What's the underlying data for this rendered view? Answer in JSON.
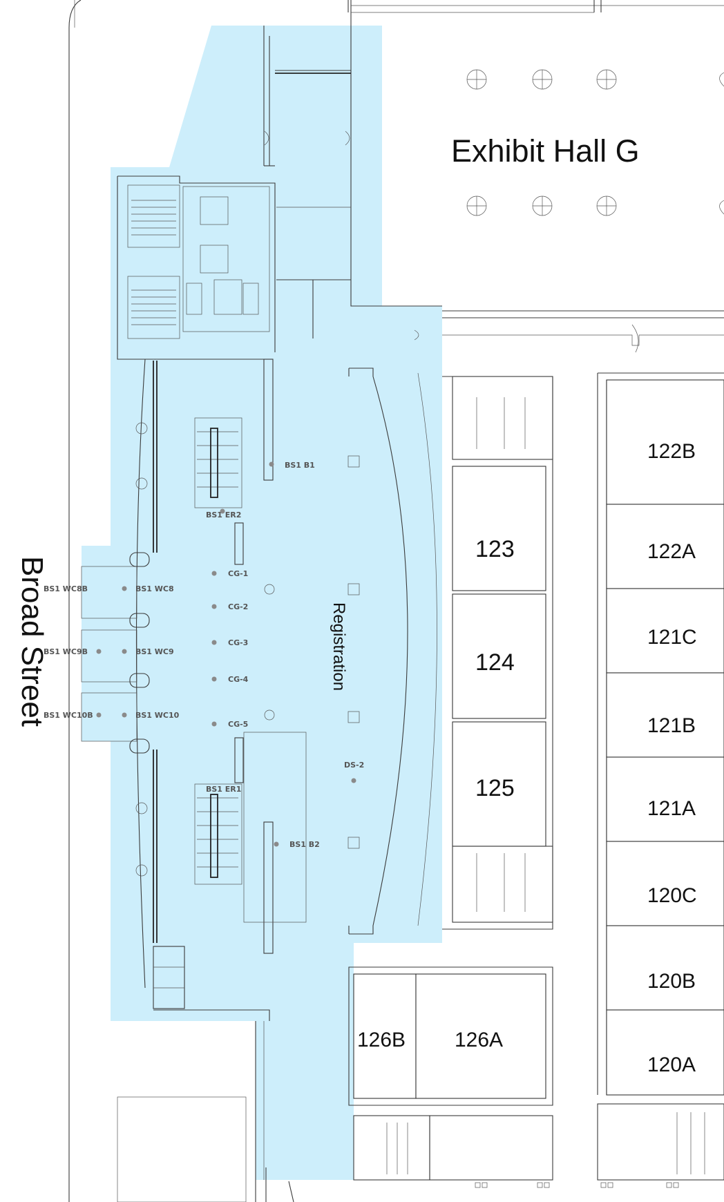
{
  "map": {
    "hall": "Exhibit Hall G",
    "street": "Broad Street",
    "area_label": "Registration",
    "highlight_color": "#cdeefb",
    "rooms": {
      "r122b": "122B",
      "r122a": "122A",
      "r121c": "121C",
      "r121b": "121B",
      "r121a": "121A",
      "r120c": "120C",
      "r120b": "120B",
      "r120a": "120A",
      "r123": "123",
      "r124": "124",
      "r125": "125",
      "r126b": "126B",
      "r126a": "126A"
    },
    "points": {
      "bs1b1": "BS1 B1",
      "bs1er2": "BS1 ER2",
      "cg1": "CG-1",
      "cg2": "CG-2",
      "cg3": "CG-3",
      "cg4": "CG-4",
      "cg5": "CG-5",
      "bs1wc8b": "BS1 WC8B",
      "bs1wc8": "BS1 WC8",
      "bs1wc9b": "BS1 WC9B",
      "bs1wc9": "BS1 WC9",
      "bs1wc10b": "BS1 WC10B",
      "bs1wc10": "BS1 WC10",
      "ds2": "DS-2",
      "bs1er1": "BS1 ER1",
      "bs1b2": "BS1 B2"
    }
  }
}
